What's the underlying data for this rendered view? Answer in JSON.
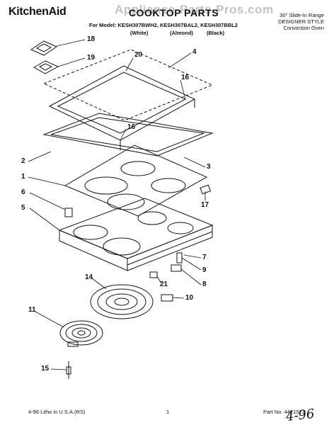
{
  "header": {
    "brand": "KitchenAid",
    "title": "COOKTOP PARTS",
    "watermark": "Appliance-Parts-Pros.com",
    "models": "For Model: KESH307BWH2, KESH307BAL2, KESH307BBL2",
    "variants": [
      "(White)",
      "(Almond)",
      "(Black)"
    ],
    "description": [
      "30\" Slide-In Range",
      "DESIGNER STYLE",
      "Convection Oven"
    ]
  },
  "callouts": [
    "18",
    "19",
    "20",
    "4",
    "16",
    "16",
    "2",
    "3",
    "1",
    "6",
    "17",
    "5",
    "7",
    "9",
    "14",
    "21",
    "8",
    "10",
    "11",
    "15"
  ],
  "footer": {
    "left": "4-96 Litho in U.S.A.(RS)",
    "page": "1",
    "part_no": "Part No. 4421573",
    "handwritten": "4-96"
  }
}
